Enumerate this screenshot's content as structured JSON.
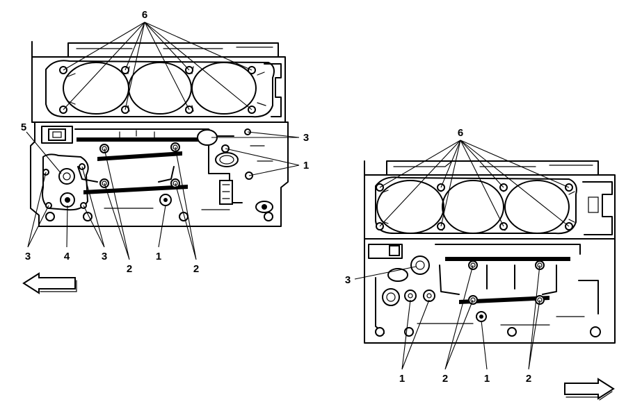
{
  "left_view": {
    "callouts": [
      "6",
      "5",
      "3",
      "1",
      "3",
      "4",
      "3",
      "2",
      "1",
      "2"
    ],
    "arrow_direction": "left"
  },
  "right_view": {
    "callouts": [
      "6",
      "3",
      "1",
      "2",
      "1",
      "2"
    ],
    "arrow_direction": "right"
  },
  "colors": {
    "line": "#000000",
    "background": "#ffffff"
  }
}
